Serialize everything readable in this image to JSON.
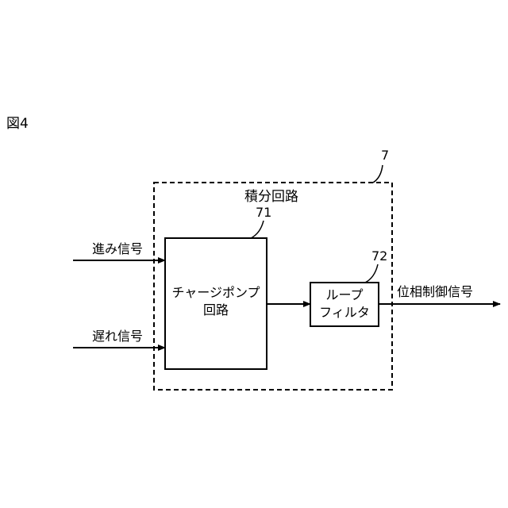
{
  "figure": {
    "label": "図4"
  },
  "integrator": {
    "ref": "7",
    "title": "積分回路"
  },
  "charge_pump": {
    "ref": "71",
    "line1": "チャージポンプ",
    "line2": "回路"
  },
  "loop_filter": {
    "ref": "72",
    "line1": "ループ",
    "line2": "フィルタ"
  },
  "inputs": {
    "lead": "進み信号",
    "lag": "遅れ信号"
  },
  "output": {
    "label": "位相制御信号"
  }
}
